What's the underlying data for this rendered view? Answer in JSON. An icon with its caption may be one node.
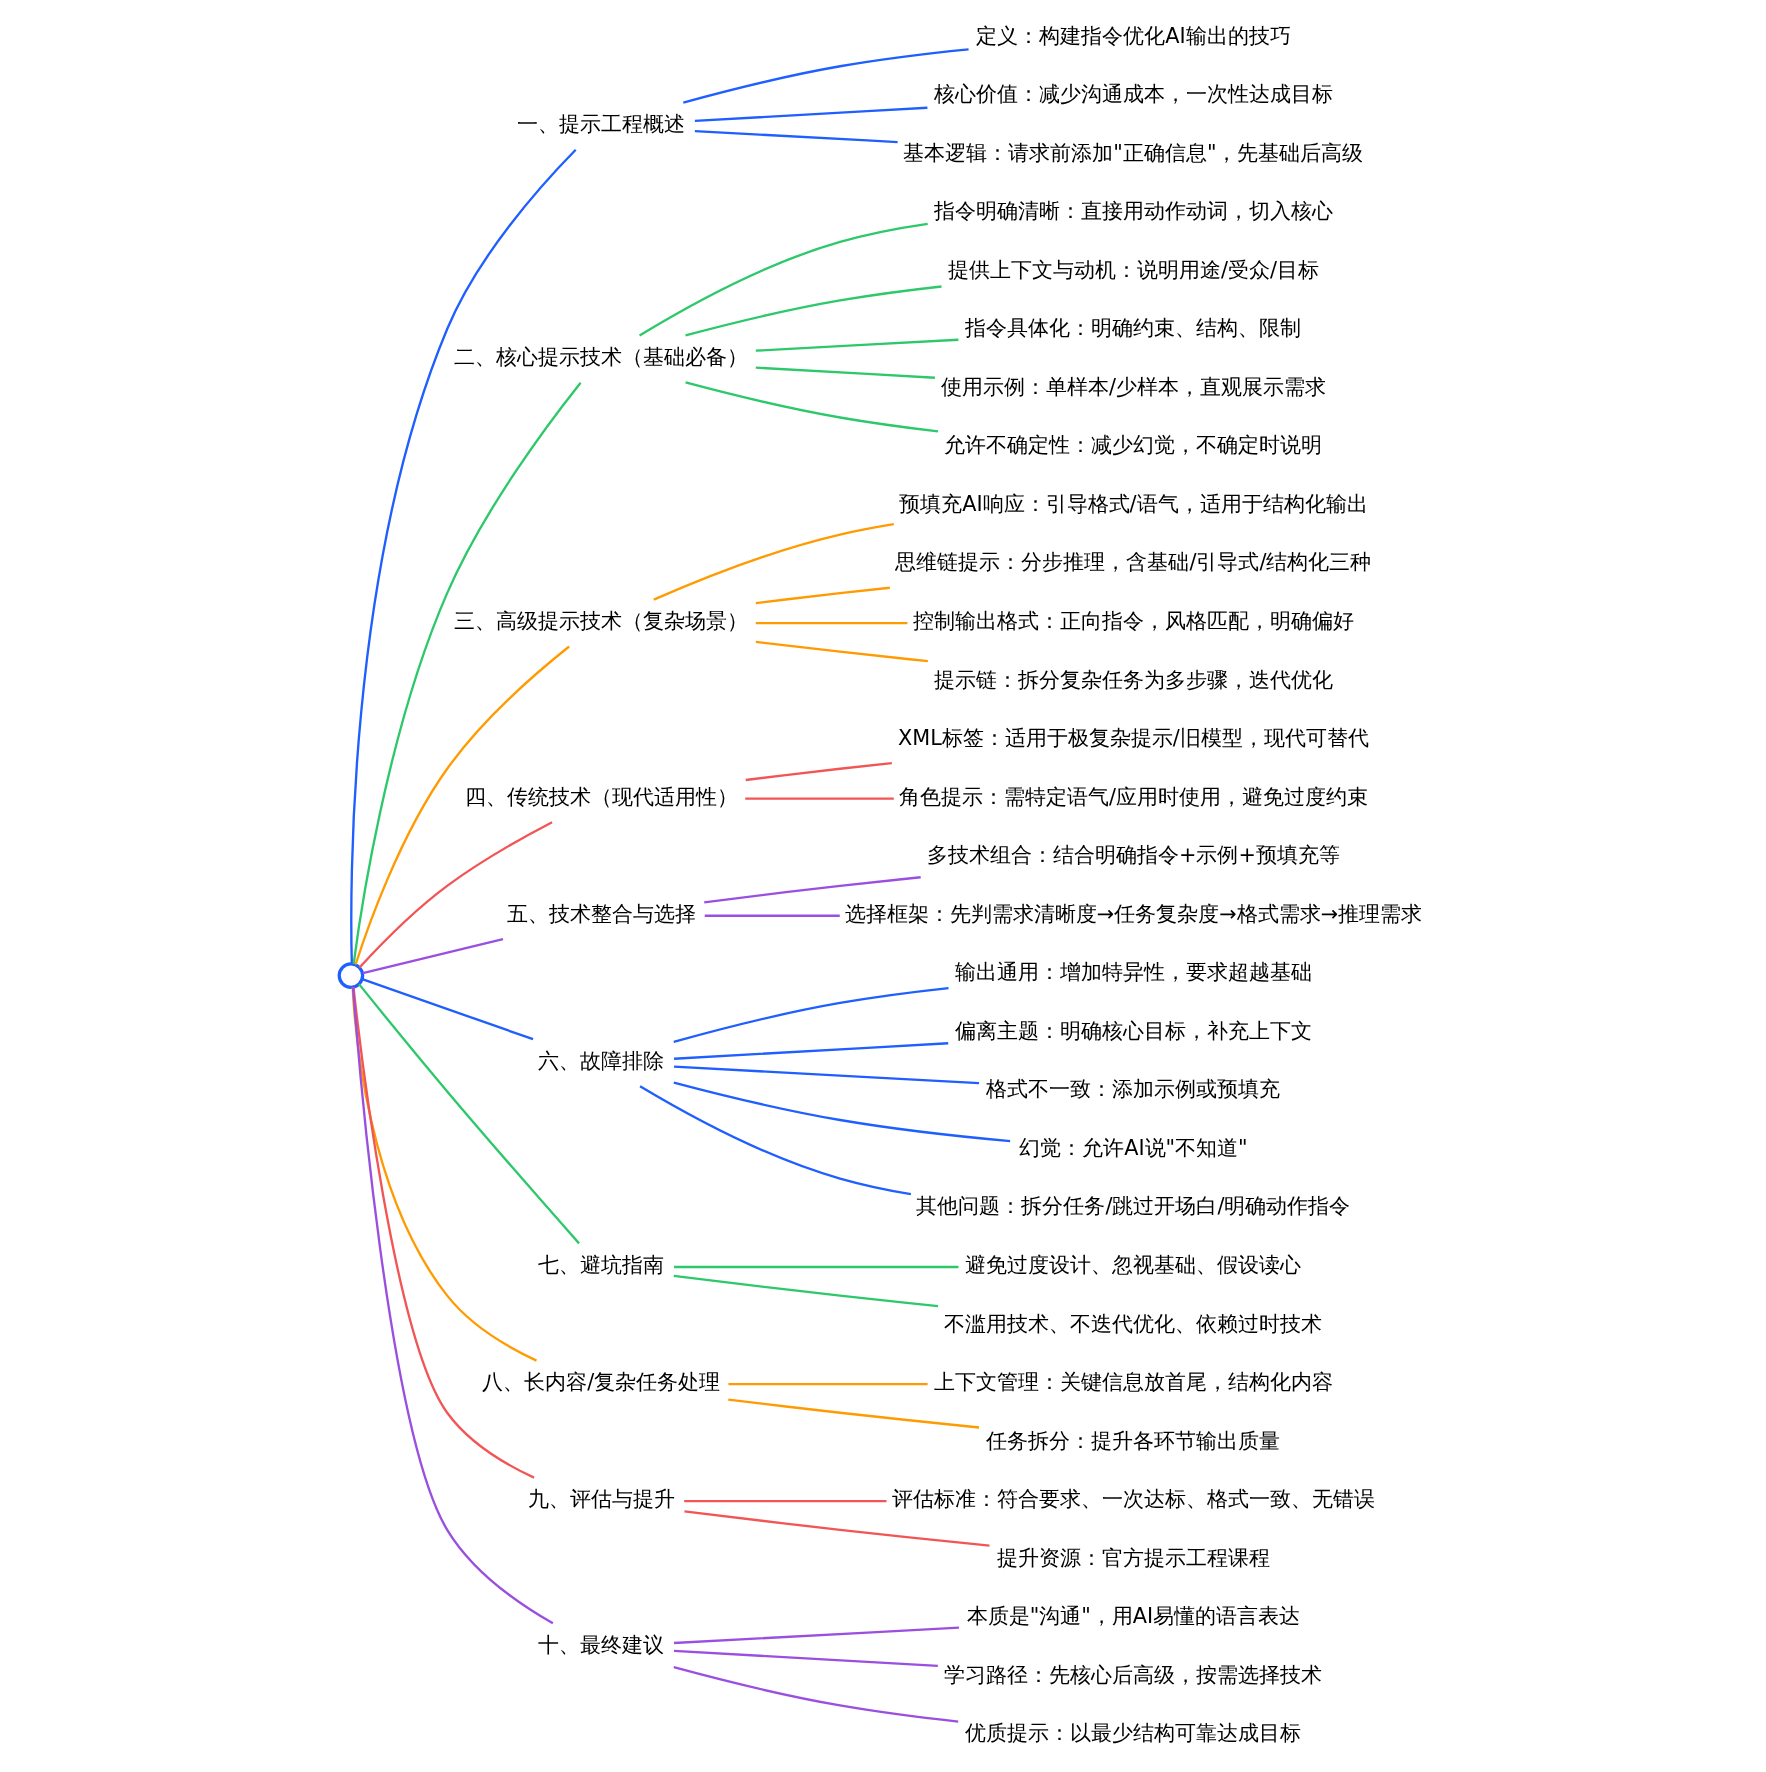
{
  "diagram": {
    "nodes": [
      {
        "text": [],
        "shape": "circle"
      },
      {
        "text": [
          "一、提示工程概述"
        ]
      },
      {
        "text": [
          "定义：构建指令优化AI输出的技巧"
        ]
      },
      {
        "text": [
          "核心价值：减少沟通成本，一次性达成目标"
        ]
      },
      {
        "text": [
          "基本逻辑：请求前添加\"正确信息\"，先基础后高级"
        ]
      },
      {
        "text": [
          "二、核心提示技术（基础必备）"
        ]
      },
      {
        "text": [
          "指令明确清晰：直接用动作动词，切入核心"
        ]
      },
      {
        "text": [
          "提供上下文与动机：说明用途/受众/目标"
        ]
      },
      {
        "text": [
          "指令具体化：明确约束、结构、限制"
        ]
      },
      {
        "text": [
          "使用示例：单样本/少样本，直观展示需求"
        ]
      },
      {
        "text": [
          "允许不确定性：减少幻觉，不确定时说明"
        ]
      },
      {
        "text": [
          "三、高级提示技术（复杂场景）"
        ]
      },
      {
        "text": [
          "预填充AI响应：引导格式/语气，适用于结构化输出"
        ]
      },
      {
        "text": [
          "思维链提示：分步推理，含基础/引导式/结构化三种"
        ]
      },
      {
        "text": [
          "控制输出格式：正向指令，风格匹配，明确偏好"
        ]
      },
      {
        "text": [
          "提示链：拆分复杂任务为多步骤，迭代优化"
        ]
      },
      {
        "text": [
          "四、传统技术（现代适用性）"
        ]
      },
      {
        "text": [
          "XML标签：适用于极复杂提示/旧模型，现代可替代"
        ]
      },
      {
        "text": [
          "角色提示：需特定语气/应用时使用，避免过度约束"
        ]
      },
      {
        "text": [
          "五、技术整合与选择"
        ]
      },
      {
        "text": [
          "多技术组合：结合明确指令+示例+预填充等"
        ]
      },
      {
        "text": [
          "选择框架：先判需求清晰度→任务复杂度→格式需求→推理需求"
        ]
      },
      {
        "text": [
          "六、故障排除"
        ]
      },
      {
        "text": [
          "输出通用：增加特异性，要求超越基础"
        ]
      },
      {
        "text": [
          "偏离主题：明确核心目标，补充上下文"
        ]
      },
      {
        "text": [
          "格式不一致：添加示例或预填充"
        ]
      },
      {
        "text": [
          "幻觉：允许AI说\"不知道\""
        ]
      },
      {
        "text": [
          "其他问题：拆分任务/跳过开场白/明确动作指令"
        ]
      },
      {
        "text": [
          "七、避坑指南"
        ]
      },
      {
        "text": [
          "避免过度设计、忽视基础、假设读心"
        ]
      },
      {
        "text": [
          "不滥用技术、不迭代优化、依赖过时技术"
        ]
      },
      {
        "text": [
          "八、长内容/复杂任务处理"
        ]
      },
      {
        "text": [
          "上下文管理：关键信息放首尾，结构化内容"
        ]
      },
      {
        "text": [
          "任务拆分：提升各环节输出质量"
        ]
      },
      {
        "text": [
          "九、评估与提升"
        ]
      },
      {
        "text": [
          "评估标准：符合要求、一次达标、格式一致、无错误"
        ]
      },
      {
        "text": [
          "提升资源：官方提示工程课程"
        ]
      },
      {
        "text": [
          "十、最终建议"
        ]
      },
      {
        "text": [
          "本质是\"沟通\"，用AI易懂的语言表达"
        ]
      },
      {
        "text": [
          "学习路径：先核心后高级，按需选择技术"
        ]
      },
      {
        "text": [
          "优质提示：以最少结构可靠达成目标"
        ]
      }
    ],
    "edges": [
      {
        "from": 0,
        "to": 1,
        "arrow": "none",
        "color": "#1f5eff"
      },
      {
        "from": 1,
        "to": 2,
        "arrow": "none",
        "color": "#1f5eff"
      },
      {
        "from": 1,
        "to": 3,
        "arrow": "none",
        "color": "#1f5eff"
      },
      {
        "from": 1,
        "to": 4,
        "arrow": "none",
        "color": "#1f5eff"
      },
      {
        "from": 0,
        "to": 5,
        "arrow": "none",
        "color": "#2dc86a"
      },
      {
        "from": 5,
        "to": 6,
        "arrow": "none",
        "color": "#2dc86a"
      },
      {
        "from": 5,
        "to": 7,
        "arrow": "none",
        "color": "#2dc86a"
      },
      {
        "from": 5,
        "to": 8,
        "arrow": "none",
        "color": "#2dc86a"
      },
      {
        "from": 5,
        "to": 9,
        "arrow": "none",
        "color": "#2dc86a"
      },
      {
        "from": 5,
        "to": 10,
        "arrow": "none",
        "color": "#2dc86a"
      },
      {
        "from": 0,
        "to": 11,
        "arrow": "none",
        "color": "#ff9a00"
      },
      {
        "from": 11,
        "to": 12,
        "arrow": "none",
        "color": "#ff9a00"
      },
      {
        "from": 11,
        "to": 13,
        "arrow": "none",
        "color": "#ff9a00"
      },
      {
        "from": 11,
        "to": 14,
        "arrow": "none",
        "color": "#ff9a00"
      },
      {
        "from": 11,
        "to": 15,
        "arrow": "none",
        "color": "#ff9a00"
      },
      {
        "from": 0,
        "to": 16,
        "arrow": "none",
        "color": "#f25555"
      },
      {
        "from": 16,
        "to": 17,
        "arrow": "none",
        "color": "#f25555"
      },
      {
        "from": 16,
        "to": 18,
        "arrow": "none",
        "color": "#f25555"
      },
      {
        "from": 0,
        "to": 19,
        "arrow": "none",
        "color": "#9a4fe0"
      },
      {
        "from": 19,
        "to": 20,
        "arrow": "none",
        "color": "#9a4fe0"
      },
      {
        "from": 19,
        "to": 21,
        "arrow": "none",
        "color": "#9a4fe0"
      },
      {
        "from": 0,
        "to": 22,
        "arrow": "none",
        "color": "#1f5eff"
      },
      {
        "from": 22,
        "to": 23,
        "arrow": "none",
        "color": "#1f5eff"
      },
      {
        "from": 22,
        "to": 24,
        "arrow": "none",
        "color": "#1f5eff"
      },
      {
        "from": 22,
        "to": 25,
        "arrow": "none",
        "color": "#1f5eff"
      },
      {
        "from": 22,
        "to": 26,
        "arrow": "none",
        "color": "#1f5eff"
      },
      {
        "from": 22,
        "to": 27,
        "arrow": "none",
        "color": "#1f5eff"
      },
      {
        "from": 0,
        "to": 28,
        "arrow": "none",
        "color": "#2dc86a"
      },
      {
        "from": 28,
        "to": 29,
        "arrow": "none",
        "color": "#2dc86a"
      },
      {
        "from": 28,
        "to": 30,
        "arrow": "none",
        "color": "#2dc86a"
      },
      {
        "from": 0,
        "to": 31,
        "arrow": "none",
        "color": "#ff9a00"
      },
      {
        "from": 31,
        "to": 32,
        "arrow": "none",
        "color": "#ff9a00"
      },
      {
        "from": 31,
        "to": 33,
        "arrow": "none",
        "color": "#ff9a00"
      },
      {
        "from": 0,
        "to": 34,
        "arrow": "none",
        "color": "#f25555"
      },
      {
        "from": 34,
        "to": 35,
        "arrow": "none",
        "color": "#f25555"
      },
      {
        "from": 34,
        "to": 36,
        "arrow": "none",
        "color": "#f25555"
      },
      {
        "from": 0,
        "to": 37,
        "arrow": "none",
        "color": "#9a4fe0"
      },
      {
        "from": 37,
        "to": 38,
        "arrow": "none",
        "color": "#9a4fe0"
      },
      {
        "from": 37,
        "to": 39,
        "arrow": "none",
        "color": "#9a4fe0"
      },
      {
        "from": 37,
        "to": 40,
        "arrow": "none",
        "color": "#9a4fe0"
      }
    ]
  }
}
